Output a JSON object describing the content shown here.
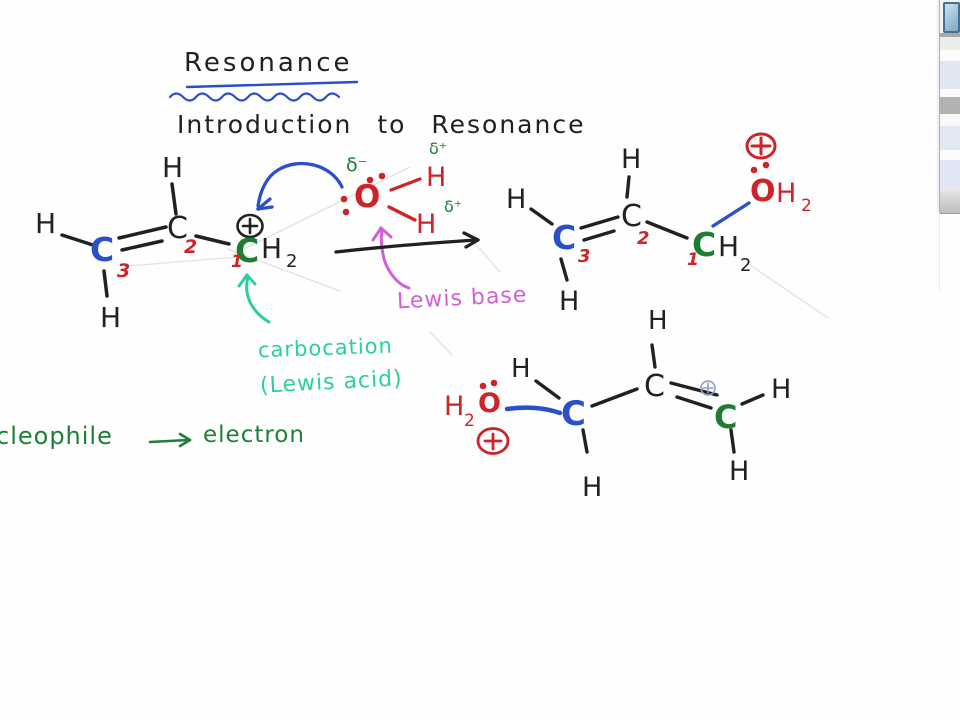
{
  "title": "Resonance",
  "subtitle": "Introduction to Resonance",
  "glyphs": {
    "H": "H",
    "C": "C",
    "O": "O",
    "plus": "+",
    "sub2": "2",
    "n1": "1",
    "n2": "2",
    "n3": "3",
    "delta_minus": "δ⁻",
    "delta_plus": "δ⁺"
  },
  "annotations": {
    "lewis_base": "Lewis base",
    "carbocation": "carbocation",
    "lewis_acid": "(Lewis acid)",
    "nucleophile": "cleophile",
    "electron": "electron"
  },
  "colors": {
    "ink": "#212121",
    "blue": "#2a4fc8",
    "red": "#cc2428",
    "green": "#1e7d33",
    "green-text": "#1d8038",
    "teal": "#2bcfa0",
    "magenta": "#d45fd5",
    "steel": "#8aa0bd",
    "faint": "#e3e0e0",
    "panel-blue": "#9fc3d8"
  }
}
